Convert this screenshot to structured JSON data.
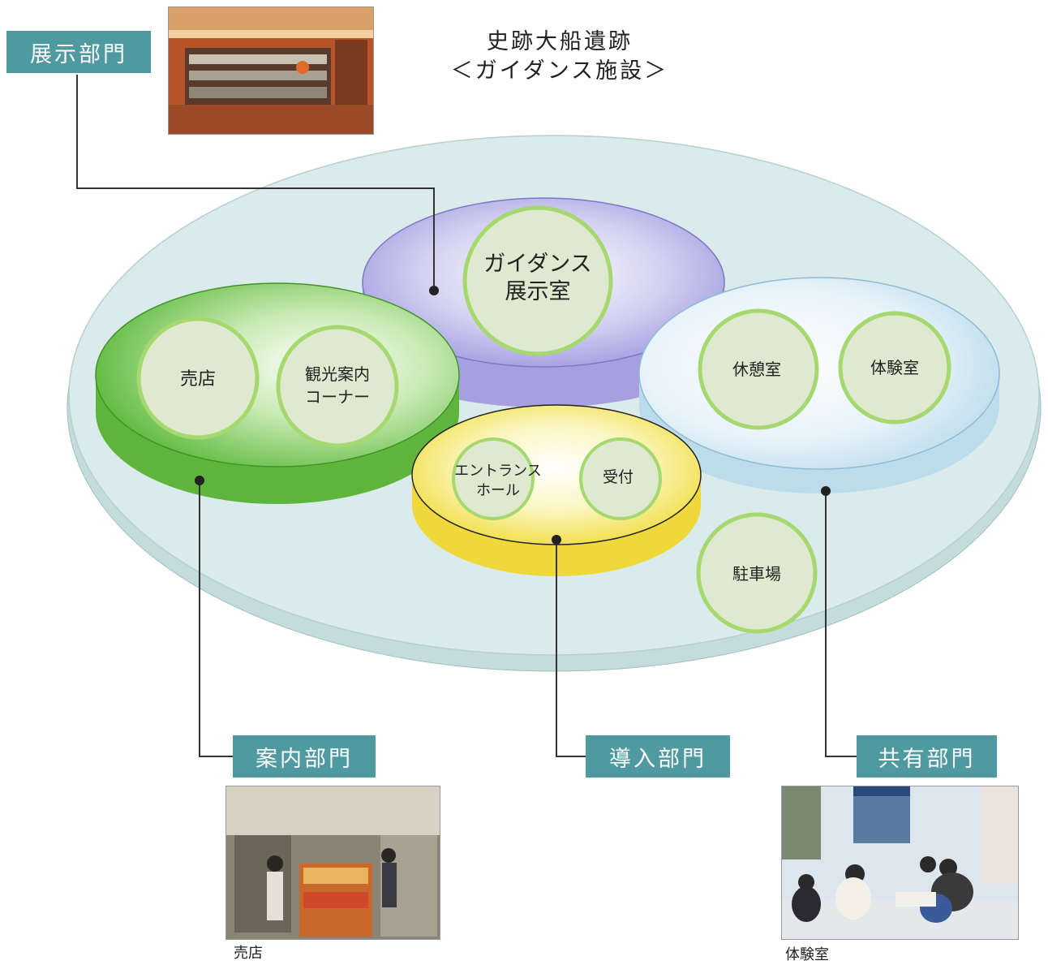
{
  "title": {
    "line1": "史跡大船遺跡",
    "line2": "＜ガイダンス施設＞"
  },
  "departments": {
    "exhibition": "展示部門",
    "guide": "案内部門",
    "intro": "導入部門",
    "shared": "共有部門"
  },
  "rooms": {
    "guidance_1": "ガイダンス",
    "guidance_2": "展示室",
    "shop": "売店",
    "tourist_1": "観光案内",
    "tourist_2": "コーナー",
    "entrance_1": "エントランス",
    "entrance_2": "ホール",
    "reception": "受付",
    "rest": "休憩室",
    "experience": "体験室",
    "parking": "駐車場"
  },
  "captions": {
    "shop_photo": "売店",
    "experience_photo": "体験室"
  },
  "colors": {
    "dept_label": "#4f9aa1",
    "base_ellipse": "#d9eaea",
    "purple_disk": "#b7b3e6",
    "green_disk": "#6cc24a",
    "yellow_disk": "#f2e24a",
    "blue_disk": "#d6ebf7",
    "room_circle_fill": "#dfe9cf",
    "room_circle_stroke": "#9fd36a"
  }
}
